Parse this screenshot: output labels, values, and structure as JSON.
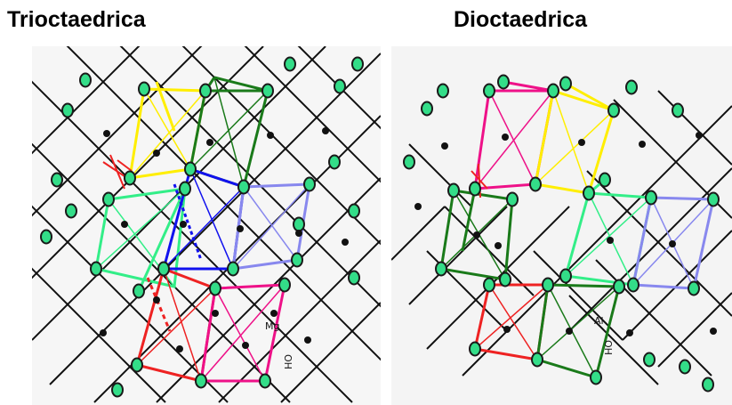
{
  "titles": {
    "left": "Trioctaedrica",
    "right": "Dioctaedrica"
  },
  "labels": {
    "mg": "Mg",
    "oh_left": "OH",
    "al": "Al",
    "oh_right": "OH"
  },
  "colors": {
    "lattice": "#111111",
    "oxygen_fill": "#33dd88",
    "oxygen_outline": "#1a1a1a",
    "cation": "#111111",
    "yellow": "#ffee00",
    "dark_green": "#1a7a1a",
    "light_green": "#33ee88",
    "blue": "#1111ee",
    "lavender": "#8888ee",
    "red": "#ee2222",
    "magenta": "#ee1188"
  }
}
